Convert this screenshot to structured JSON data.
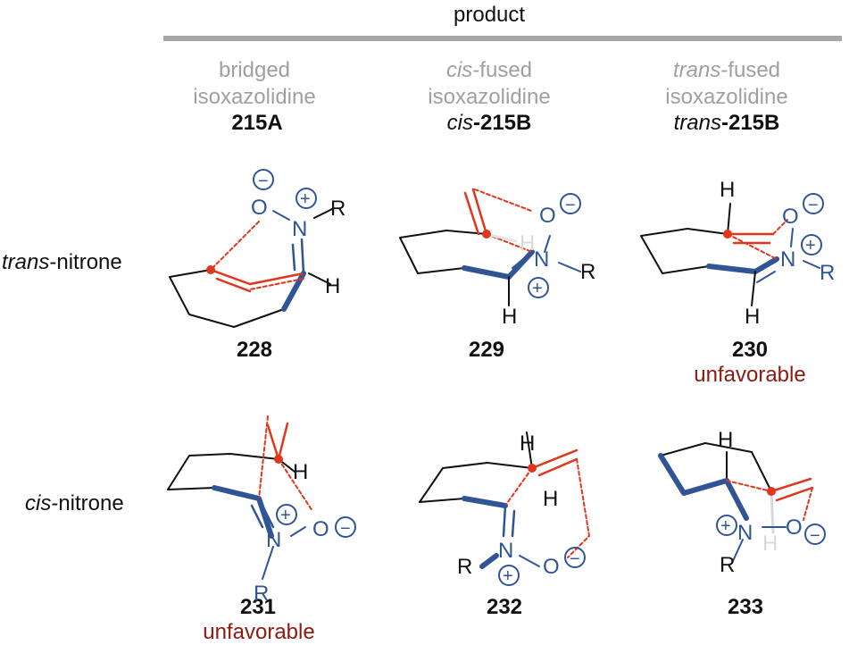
{
  "header": {
    "title": "product"
  },
  "columns": [
    {
      "line1": "bridged",
      "line2": "isoxazolidine",
      "label_prefix": "",
      "label_bold": "215A"
    },
    {
      "line1_italic": "cis",
      "line1_rest": "-fused",
      "line2": "isoxazolidine",
      "label_prefix": "cis",
      "label_bold": "-215B"
    },
    {
      "line1_italic": "trans",
      "line1_rest": "-fused",
      "line2": "isoxazolidine",
      "label_prefix": "trans",
      "label_bold": "-215B"
    }
  ],
  "rows": [
    {
      "italic": "trans",
      "rest": "-nitrone"
    },
    {
      "italic": "cis",
      "rest": "-nitrone"
    }
  ],
  "compounds": {
    "c228": "228",
    "c229": "229",
    "c230": "230",
    "c231": "231",
    "c232": "232",
    "c233": "233"
  },
  "notes": {
    "unfavorable": "unfavorable"
  },
  "atoms": {
    "H": "H",
    "R": "R",
    "N": "N",
    "O": "O",
    "plus": "+",
    "minus": "−"
  },
  "colors": {
    "blue": "#2f5597",
    "red": "#e0361c",
    "darkred": "#8b1a10",
    "grey": "#a0a0a0",
    "bar": "#a6a6a6"
  }
}
